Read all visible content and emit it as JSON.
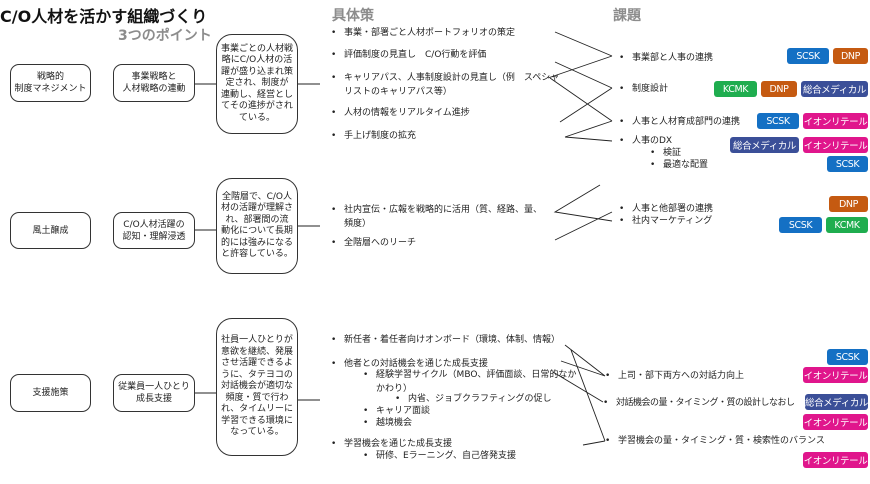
{
  "title": "C/O人材を活かす組織づくり",
  "headers": {
    "points": "3つのポイント",
    "measures": "具体策",
    "issues": "課題"
  },
  "colors": {
    "SCSK": "#1470c4",
    "DNP": "#c55a11",
    "KCMK": "#1fad4f",
    "総合メディカル": "#3b4f98",
    "イオンリテール": "#e0168c"
  },
  "sections": [
    {
      "category": "戦略的\n制度マネジメント",
      "point": "事業戦略と\n人材戦略の連動",
      "goal": "事業ごとの人材戦略にC/O人材の活躍が盛り込まれ策定され、制度が連動し、経営としてその進捗がされている。",
      "measures": [
        "事業・部署ごと人材ポートフォリオの策定",
        "評価制度の見直し　C/O行動を評価",
        "キャリアパス、人事制度設計の見直し（例　スペシャ",
        "リストのキャリアパス等）",
        "人材の情報をリアルタイム進捗",
        "手上げ制度の拡充"
      ],
      "issues": [
        "事業部と人事の連携",
        "制度設計",
        "人事と人材育成部門の連携",
        "人事のDX",
        "検証",
        "最適な配置"
      ],
      "tags": [
        [
          "SCSK",
          "DNP"
        ],
        [
          "KCMK",
          "DNP",
          "総合メディカル"
        ],
        [
          "SCSK",
          "イオンリテール"
        ],
        [
          "総合メディカル",
          "イオンリテール"
        ],
        [
          "SCSK"
        ]
      ]
    },
    {
      "category": "風土醸成",
      "point": "C/O人材活躍の\n認知・理解浸透",
      "goal": "全階層で、C/O人材の活躍が理解され、部署間の流動化について長期的には強みになると許容している。",
      "measures": [
        "社内宣伝・広報を戦略的に活用（質、経路、量、",
        "頻度）",
        "全階層へのリーチ"
      ],
      "issues": [
        "人事と他部署の連携",
        "社内マーケティング"
      ],
      "tags": [
        [
          "DNP"
        ],
        [
          "SCSK",
          "KCMK"
        ]
      ]
    },
    {
      "category": "支援施策",
      "point": "従業員一人ひとり\n成長支援",
      "goal": "社員一人ひとりが意欲を継続、発展させ活躍できるように、タテヨコの対話機会が適切な頻度・質で行われ、タイムリーに学習できる環境になっている。",
      "measures": [
        "新任者・着任者向けオンボード（環境、体制、情報）",
        "他者との対話機会を通じた成長支援",
        "経験学習サイクル（MBO、評価面談、日常的なか",
        "かわり）",
        "内省、ジョブクラフティングの促し",
        "キャリア面談",
        "越境機会",
        "学習機会を通じた成長支援",
        "研修、Eラーニング、自己啓発支援"
      ],
      "issues": [
        "上司・部下両方への対話力向上",
        "対話機会の量・タイミング・質の設計しなおし",
        "学習機会の量・タイミング・質・検索性のバランス"
      ],
      "tags": [
        [
          "SCSK"
        ],
        [
          "イオンリテール"
        ],
        [
          "総合メディカル"
        ],
        [
          "イオンリテール"
        ],
        [
          "イオンリテール"
        ]
      ]
    }
  ]
}
